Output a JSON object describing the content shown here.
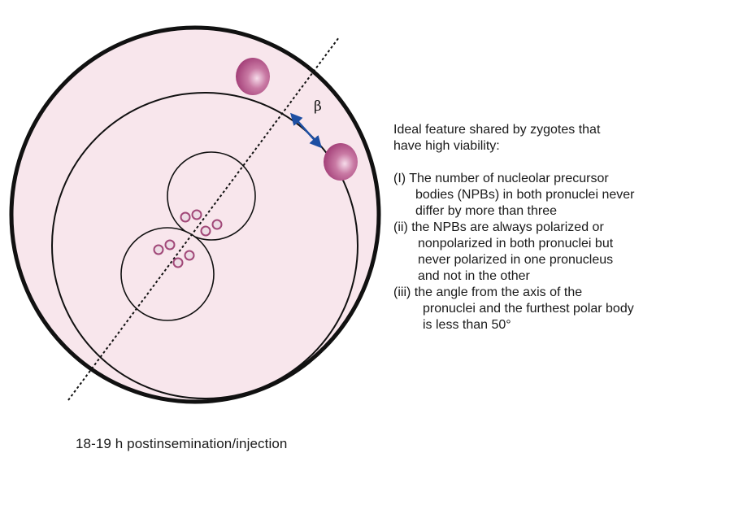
{
  "diagram": {
    "angle_label": "β",
    "caption": "18-19 h postinsemination/injection",
    "colors": {
      "cytoplasm": "#f8e6ec",
      "outline": "#111111",
      "polar_body": "#a5427a",
      "polar_body_highlight": "#f6dcea",
      "npb_fill": "#eddde5",
      "npb_stroke": "#a14878",
      "arrow": "#1d4fa3"
    }
  },
  "features": {
    "heading_line1": "Ideal feature shared by zygotes that",
    "heading_line2": "have high viability:",
    "criteria": [
      {
        "lines": [
          "(I) The number of nucleolar precursor",
          "bodies (NPBs) in both pronuclei never",
          "differ by more than three"
        ]
      },
      {
        "lines": [
          "(ii) the NPBs are always polarized or",
          "nonpolarized in both pronuclei but",
          "never polarized in one pronucleus",
          "and not in the other"
        ]
      },
      {
        "lines": [
          "(iii) the angle from the axis of the",
          "pronuclei and the furthest polar body",
          "is less than 50°"
        ]
      }
    ]
  }
}
